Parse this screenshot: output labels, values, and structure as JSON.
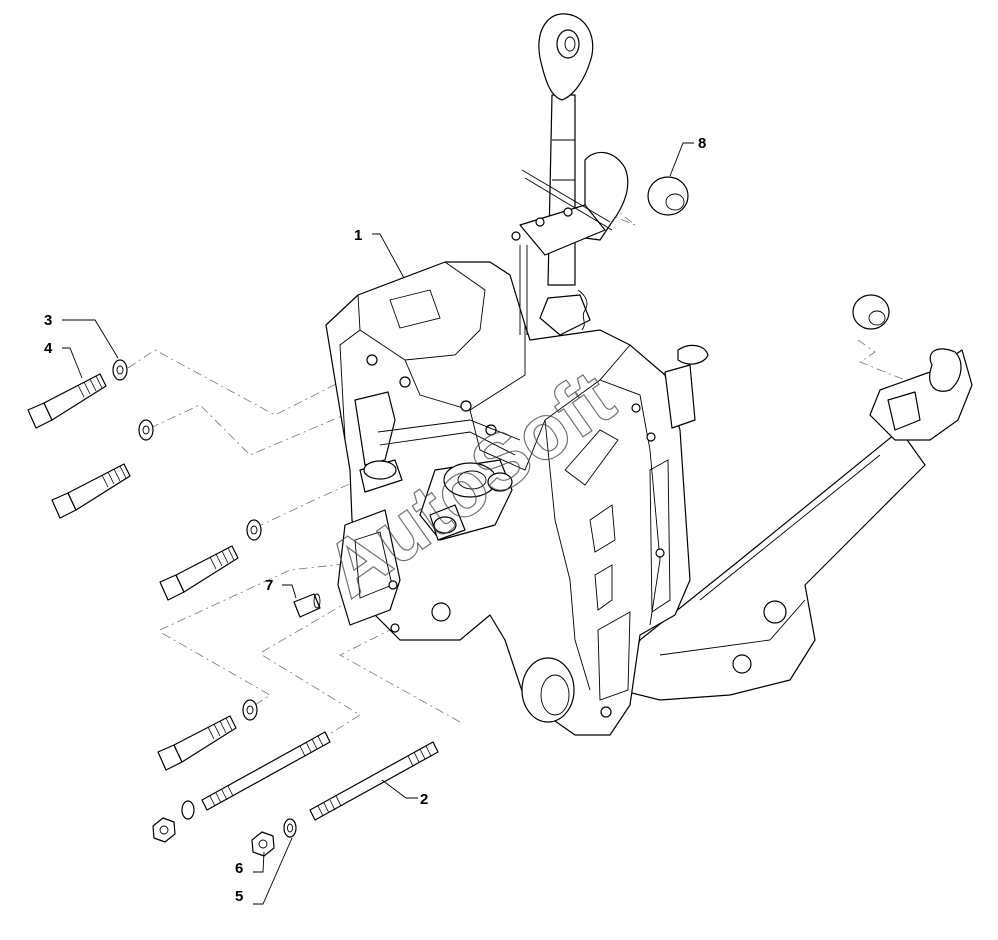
{
  "callouts": [
    {
      "id": "1",
      "label": "1"
    },
    {
      "id": "2",
      "label": "2"
    },
    {
      "id": "3",
      "label": "3"
    },
    {
      "id": "4",
      "label": "4"
    },
    {
      "id": "5",
      "label": "5"
    },
    {
      "id": "6",
      "label": "6"
    },
    {
      "id": "7",
      "label": "7"
    },
    {
      "id": "8",
      "label": "8"
    }
  ],
  "watermark": "AutoSoft",
  "colors": {
    "line": "#000000",
    "background": "#ffffff",
    "dashed": "#777777"
  }
}
